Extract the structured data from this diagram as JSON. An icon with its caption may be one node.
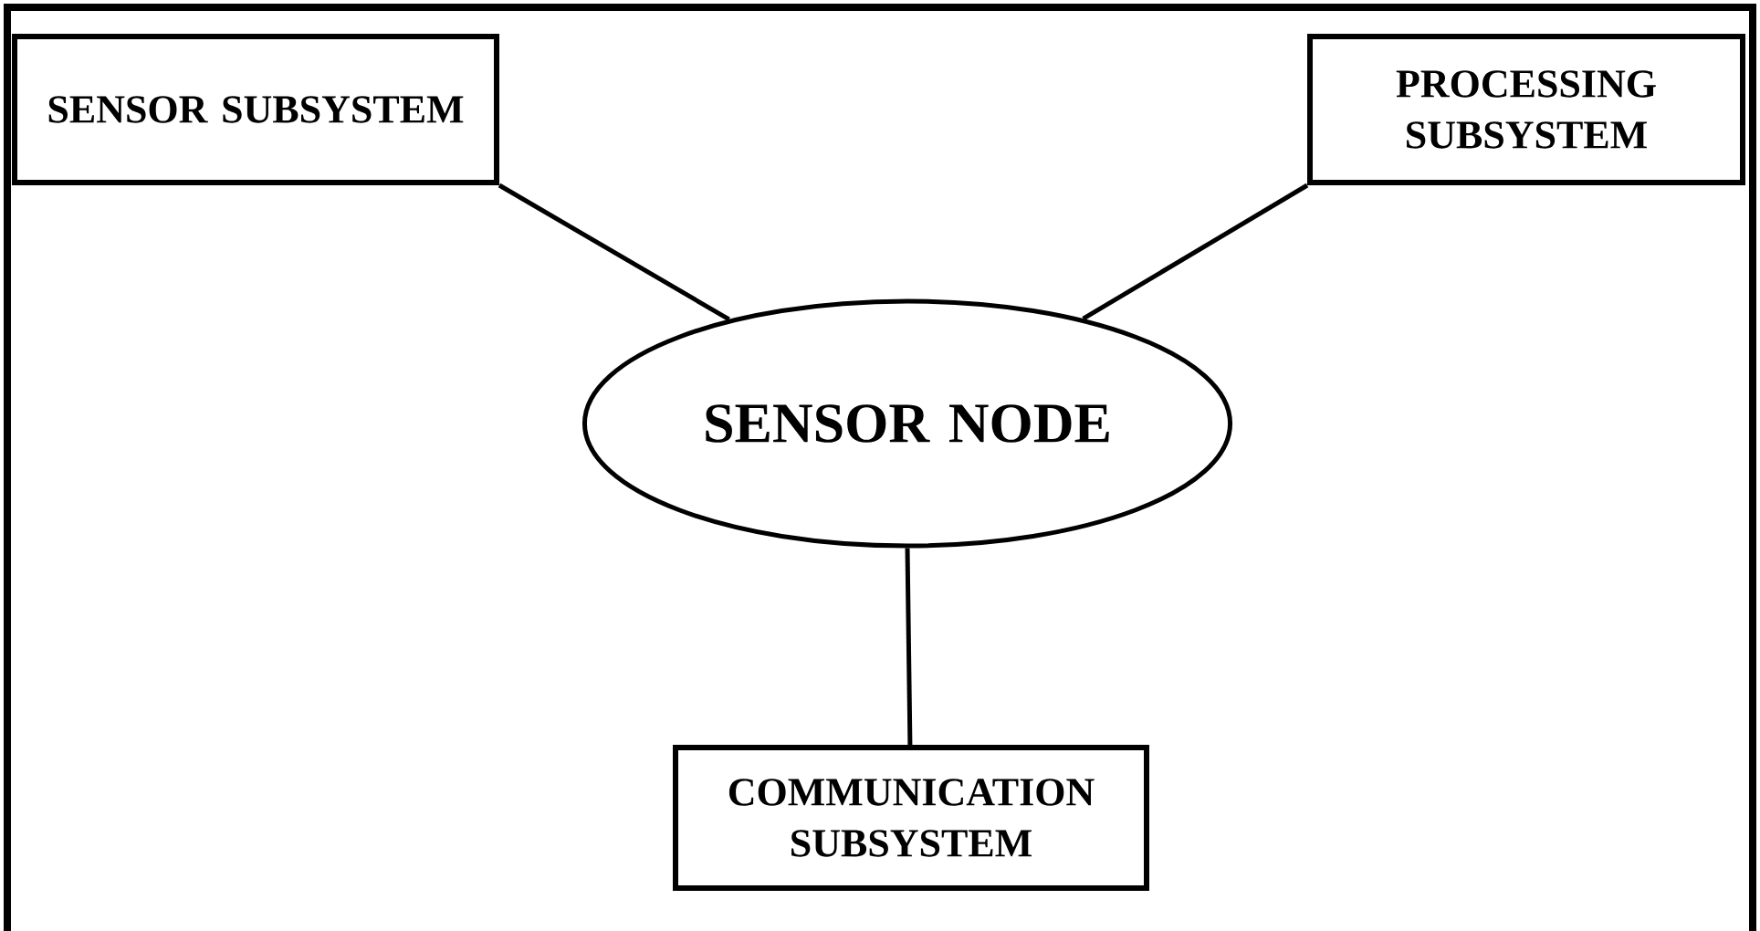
{
  "diagram": {
    "nodes": [
      {
        "text": [
          "SENSOR SUBSYSTEM"
        ]
      },
      {
        "text": [
          "PROCESSING SUBSYSTEM"
        ]
      },
      {
        "text": [
          "SENSOR NODE"
        ]
      },
      {
        "text": [
          "COMMUNICATION SUBSYSTEM"
        ]
      }
    ],
    "edges": [
      {
        "from": 0,
        "to": 2,
        "arrow": "none"
      },
      {
        "from": 1,
        "to": 2,
        "arrow": "none"
      },
      {
        "from": 2,
        "to": 3,
        "arrow": "none"
      }
    ]
  }
}
